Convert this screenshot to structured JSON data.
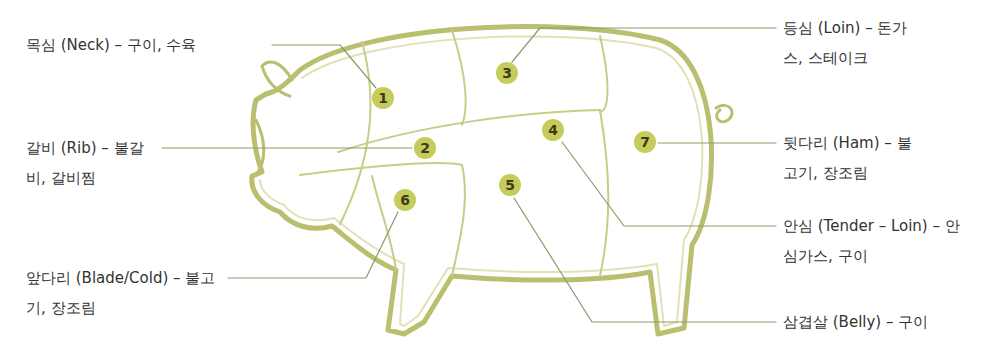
{
  "diagram": {
    "nodes": [
      {
        "text": [
          "1"
        ]
      },
      {
        "text": [
          "2"
        ]
      },
      {
        "text": [
          "3"
        ]
      },
      {
        "text": [
          "4"
        ]
      },
      {
        "text": [
          "5"
        ]
      },
      {
        "text": [
          "6"
        ]
      },
      {
        "text": [
          "7"
        ]
      }
    ],
    "labels": [
      "목심 (Neck) – 구이, 수육",
      "갈비 (Rib) – 불갈비, 갈비찜",
      "앞다리 (Blade/Cold) – 불고기, 장조림",
      "등심 (Loin) – 돈가스, 스테이크",
      "뒷다리 (Ham) – 불고기, 장조림",
      "안심 (Tender – Loin) – 안심가스, 구이",
      "삼겹살 (Belly) – 구이"
    ]
  }
}
